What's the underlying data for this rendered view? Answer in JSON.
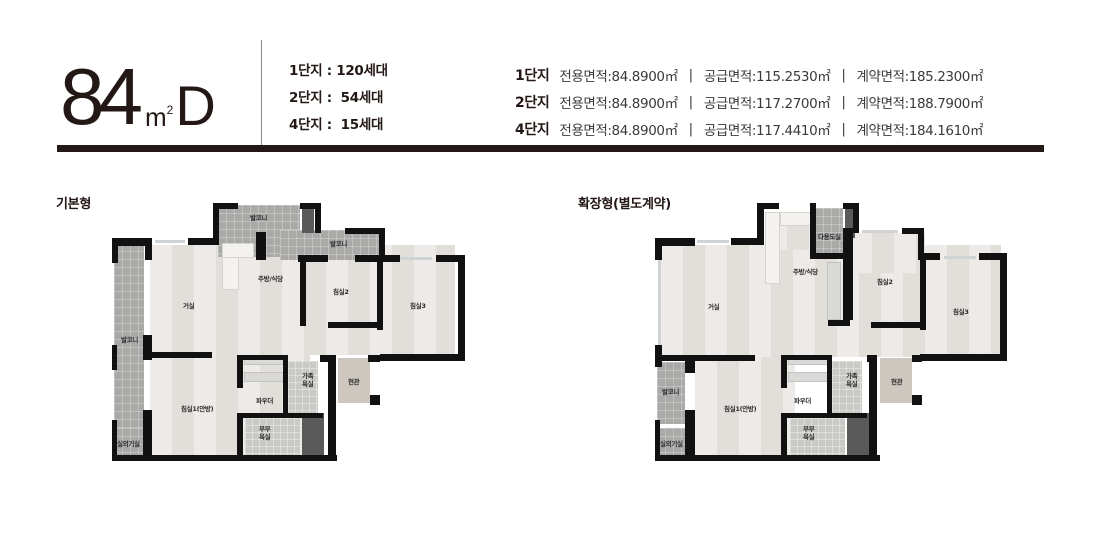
{
  "header": {
    "type_number": "84",
    "type_unit": "m",
    "type_unit_sup": "2",
    "type_letter": "D",
    "units": [
      {
        "complex": "1단지",
        "text": "1단지 : 120세대"
      },
      {
        "complex": "2단지",
        "text": "2단지 :  54세대"
      },
      {
        "complex": "4단지",
        "text": "4단지 :  15세대"
      }
    ],
    "areas": [
      {
        "complex": "1단지",
        "exclusive": "전용면적:84.8900㎡",
        "supply": "공급면적:115.2530㎡",
        "contract": "계약면적:185.2300㎡"
      },
      {
        "complex": "2단지",
        "exclusive": "전용면적:84.8900㎡",
        "supply": "공급면적:117.2700㎡",
        "contract": "계약면적:188.7900㎡"
      },
      {
        "complex": "4단지",
        "exclusive": "전용면적:84.8900㎡",
        "supply": "공급면적:117.4410㎡",
        "contract": "계약면적:184.1610㎡"
      }
    ],
    "separator": "|"
  },
  "plans": {
    "basic": {
      "label": "기본형",
      "rooms": {
        "balcony_top": "발코니",
        "balcony_mid": "발코니",
        "balcony_left": "발코니",
        "living": "거실",
        "kitchen": "주방/식당",
        "bedroom2": "침실2",
        "bedroom3": "침실3",
        "master": "침실1(안방)",
        "powder": "파우더",
        "family_bath": "가족\n욕실",
        "couple_bath": "부부\n욕실",
        "entrance": "현관",
        "outdoor_unit": "실외기실"
      }
    },
    "extended": {
      "label": "확장형(별도계약)",
      "rooms": {
        "utility": "다용도실",
        "living": "거실",
        "kitchen": "주방/식당",
        "bedroom2": "침실2",
        "bedroom3": "침실3",
        "master": "침실1(안방)",
        "powder": "파우더",
        "family_bath": "가족\n욕실",
        "couple_bath": "부부\n욕실",
        "entrance": "현관",
        "balcony_left": "발코니",
        "outdoor_unit": "실외기실"
      }
    }
  }
}
